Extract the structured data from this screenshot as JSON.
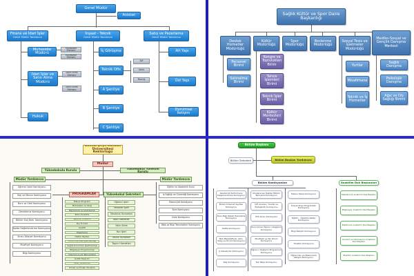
{
  "q1": {
    "top": "Genel Müdür",
    "assistant": "Asistan",
    "col1": {
      "title": "Finans ve İdari İşler",
      "sub": "Genel Müdür Yardımcısı"
    },
    "col2": {
      "title": "İnşaat - Teknik",
      "sub": "Genel Müdür Yardımcısı"
    },
    "col3": {
      "title": "Satış ve Pazarlama",
      "sub": "Genel Müdür Yardımcısı"
    },
    "c1a": "Muhasebe Müdürü",
    "c1a_s1": "Muhasebe Elemanı",
    "c1a_s2": "Muhasebe Elemanı",
    "c1b": "İdari İşler ve Satın Alma Müdürü",
    "c1b_s1": "Satın Alma Elemanı",
    "c1b_s2": "Satın Alma Elemanı",
    "c1c": "Hukuk",
    "c2": [
      "İç Görüşme",
      "Teknik Ofis",
      "A Şantiye",
      "B Şantiye",
      "C Şantiye"
    ],
    "c2_sub": [
      "Şef",
      "İdare",
      "Montaj"
    ],
    "c3": [
      "Alt Yapı",
      "Üst Yapı",
      "Durumsal İletişim"
    ]
  },
  "q2": {
    "top": "Sağlık Kültür ve Spor Daire Başkanlığı",
    "dept1": "Destek Hizmetler Müdürlüğü",
    "dept2": "Kültür Müdürlüğü",
    "dept3": "Spor Müdürlüğü",
    "dept4": "Beslenme Müdürlüğü",
    "dept5": "Sosyal Tesis ve İşletmeler Müdürlüğü",
    "dept6": "Mediko-Sosyal ve Gençlik Danışma Merkezi",
    "d1": [
      "Personel Birimi",
      "Satınalma Birimi"
    ],
    "d2": [
      "Kongre ve Toplulukları Birim",
      "Tahsis İşlemleri Birimi",
      "Teknik İşler Birimi",
      "Kültür Merkezleri Birimi"
    ],
    "d5": [
      "Yurtlar",
      "Misafirhane",
      "Teknik ve İş Hizmetler"
    ],
    "d6": [
      "Sağlık Danışma",
      "Psikolojik Danışma",
      "Ağız ve Diş Sağlığı Birimi"
    ]
  },
  "q3": {
    "header": "Bilecik Şeyh Edebali Üniversitesi Rektörlüğü",
    "mudur": "Müdür",
    "kurul": "Yüksekokulu Kurulu",
    "yonetim": "Yüksekokul Yönetim Kurulu",
    "yard1": "Müdür Yardımcısı",
    "yard2": "Müdür Yardımcısı",
    "left_list": [
      "Öğrenci İşleri Komisyonu",
      "Staj ve Mezun Komisyonu",
      "Burs ve Ödül Komisyonu",
      "Denetleme Komisyonu",
      "Bölüm Staj Kom. Komisyonu",
      "Kalite Değerlendirme Komisyonu",
      "Sınav Şikayet Komisyonu",
      "Muafiyet Komisyonu",
      "Bilgi Komisyonu"
    ],
    "programs": "PROGRAMLAR",
    "secretary": "Yüksekokul Sekreteri",
    "program_list": [
      "Maliye Programı",
      "Muhasebe ve Vergi",
      "Bankacılık ve Sigortacılık",
      "Büro Yönetimi",
      "İşletme Yönetimi",
      "Dış Ticaret",
      "Lojistik",
      "Pazarlama",
      "Halkla İlişkiler",
      "Turizm ve Otel İşletmeciliği",
      "Sağlık Kurumları İşletmeciliği",
      "Bilgisayar Programcılığı",
      "İnternet ve Ağ Teknolojileri",
      "Grafik Tasarımı",
      "Yerel Yönetimler",
      "Emlak ve Emlak Yönetimi"
    ],
    "secretary_list": [
      "Öğrenci İşleri",
      "Personel İşleri",
      "Tahakkuk Hizmetleri",
      "İdari Hizmetler",
      "Satın Alma",
      "Yazı İşleri",
      "Teknik Hizmetler",
      "Taşınır Hizmetleri"
    ],
    "right_list": [
      "Eğitim ve Akademik Kurul",
      "İş Sağlığı ve Güvenliği Komisyonu",
      "Mezuniyet Komisyonu",
      "Burs Komisyonu",
      "İhale Komisyonu",
      "Web ve Bilgi Teknolojileri Komisyonu"
    ]
  },
  "q4": {
    "top": "Bölüm Başkanı",
    "sekreter": "Bölüm Sekreteri",
    "yardimci": "Bölüm Başkan Yardımcısı",
    "kom_header": "Bölüm Komisyonları",
    "anabilim": "Anabilim Dalı Başkanları",
    "col1": [
      "Akademik Performans Değerlendirme Komisyonu",
      "Bölüm İnternet Sayfası Komisyonu",
      "Ders Bilgi Paketi Hazırlama Komisyonu",
      "Kalite Komisyonu",
      "Mali Mükellefiyet, Alım, Satış ve Ölçüm Komisyonu",
      "İç Denetçiler Komisyonu",
      "Staj Komisyonu"
    ],
    "col2": [
      "Uluslararası İlişkiler Bölüm Temsilcisi Komisyonu",
      "Çift Anadal / Yandal ve Eşdeğerlik Komisyonu",
      "YÖS Sınav Komisyonu",
      "Kurul Karar Öğrenci Değişimi Komisyonu",
      "Muafiyet ve Yaz Okulu Komisyonu",
      "Öğrenci Değişimi Programları Komisyonu",
      "Tez Takip Komisyonu"
    ],
    "col3": [
      "Mezun Takip Komisyonu",
      "Sosyal Proje Programları Komisyonu",
      "Eğitim - Öğretim Kalite Komisyonu",
      "Bilgi İletişim Komisyonu",
      "Yönetim Komisyonu",
      "Öğrenciler ve Mezunlarla İletişim Komisyonu"
    ],
    "col4": [
      "Mekatronik Anabilim Dalı Başkanı",
      "Bilgisayar Anabilim Dalı Başkanı",
      "Elektronik Anabilim Dalı Başkanı",
      "Kontrol ve Otomasyon Anabilim Dalı Başkanı",
      "Elektrik Anabilim Dalı Başkanı"
    ]
  }
}
